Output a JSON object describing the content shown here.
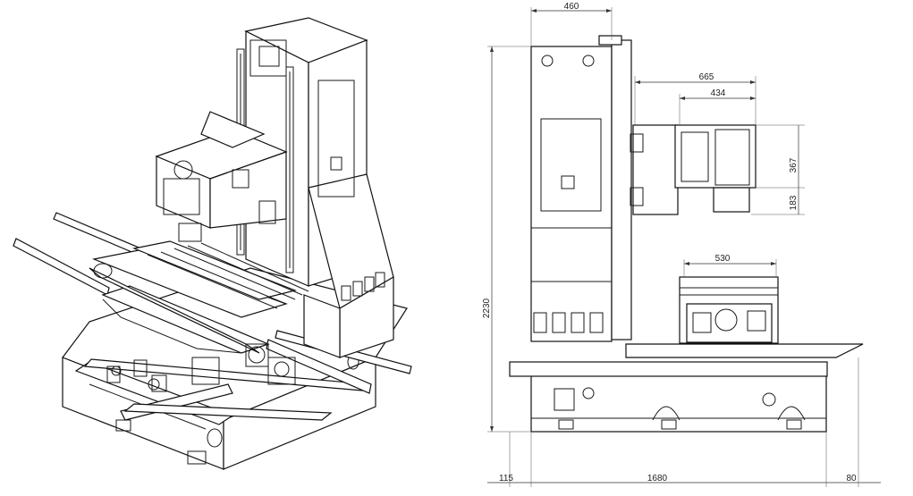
{
  "drawing": {
    "views": [
      "isometric-view",
      "side-elevation-view"
    ]
  },
  "dimensions": {
    "top_width": "460",
    "spindle_reach": "665",
    "spindle_offset": "434",
    "head_height": "367",
    "head_lower": "183",
    "table_width": "530",
    "overall_height": "2230",
    "left_overhang": "115",
    "base_length": "1680",
    "right_overhang": "80"
  }
}
